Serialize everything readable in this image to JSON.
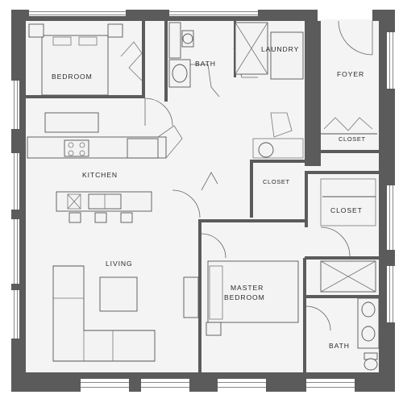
{
  "plan": {
    "rooms": [
      {
        "id": "bedroom",
        "label": "BEDROOM"
      },
      {
        "id": "bath-top",
        "label": "BATH"
      },
      {
        "id": "laundry",
        "label": "LAUNDRY"
      },
      {
        "id": "foyer",
        "label": "FOYER"
      },
      {
        "id": "closet-foyer",
        "label": "CLOSET"
      },
      {
        "id": "kitchen",
        "label": "KITCHEN"
      },
      {
        "id": "closet-center",
        "label": "CLOSET"
      },
      {
        "id": "closet-right",
        "label": "CLOSET"
      },
      {
        "id": "living",
        "label": "LIVING"
      },
      {
        "id": "master-bedroom",
        "label_line1": "MASTER",
        "label_line2": "BEDROOM"
      },
      {
        "id": "bath-bottom",
        "label": "BATH"
      }
    ]
  }
}
